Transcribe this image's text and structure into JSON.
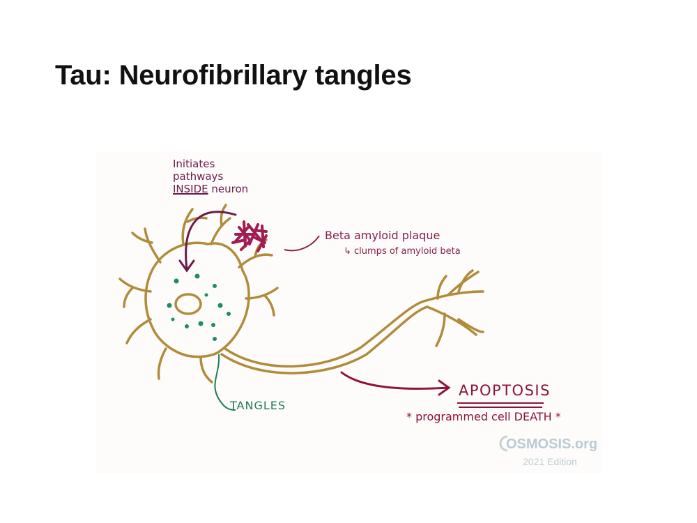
{
  "slide": {
    "title": "Tau: Neurofibrillary tangles"
  },
  "diagram": {
    "labels": {
      "initiates_line1": "Initiates",
      "initiates_line2": "pathways",
      "initiates_inside": "INSIDE",
      "initiates_neuron": " neuron",
      "plaque": "Beta amyloid plaque",
      "plaque_sub": "↳ clumps of amyloid beta",
      "tangles": "TANGLES",
      "apoptosis": "APOPTOSIS",
      "programmed": "* programmed cell DEATH *"
    },
    "watermark": {
      "brand": "OSMOSIS.org",
      "edition": "2021 Edition"
    },
    "colors": {
      "neuron": "#b08c3a",
      "tangles": "#1f8a6a",
      "plaque": "#a01c52",
      "arrow_inside": "#6a1a48",
      "arrow_apoptosis": "#8c1236"
    }
  }
}
